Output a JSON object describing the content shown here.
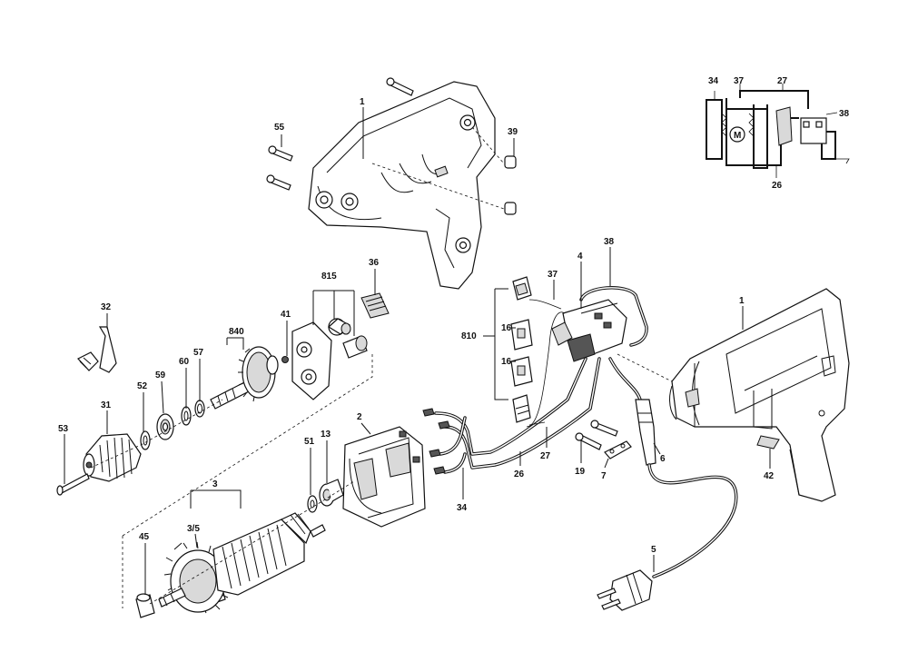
{
  "labels": {
    "p1_top": "1",
    "p55": "55",
    "p39": "39",
    "p815": "815",
    "p36": "36",
    "p32": "32",
    "p840": "840",
    "p41": "41",
    "p60": "60",
    "p57": "57",
    "p59": "59",
    "p52": "52",
    "p31": "31",
    "p53": "53",
    "p2": "2",
    "p51": "51",
    "p13": "13",
    "p3": "3",
    "p3_5": "3/5",
    "p45": "45",
    "p38": "38",
    "p4": "4",
    "p37": "37",
    "p810": "810",
    "p16_a": "16",
    "p16_b": "16",
    "p27": "27",
    "p26": "26",
    "p34": "34",
    "p19": "19",
    "p7": "7",
    "p6": "6",
    "p5": "5",
    "p1_right": "1",
    "p42": "42"
  },
  "schematic": {
    "l34": "34",
    "l37": "37",
    "l27": "27",
    "l38": "38",
    "l26": "26",
    "motor": "M"
  }
}
